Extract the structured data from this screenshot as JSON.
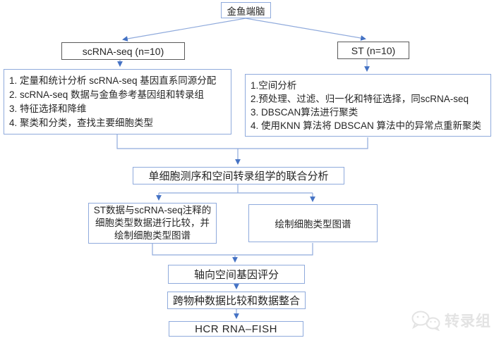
{
  "flowchart": {
    "nodes": {
      "root": {
        "label": "金鱼端脑"
      },
      "scrna": {
        "label": "scRNA-seq (n=10)"
      },
      "st": {
        "label": "ST (n=10)"
      },
      "scrna_steps": {
        "lines": [
          "1. 定量和统计分析 scRNA-seq 基因直系同源分配",
          "2. scRNA-seq 数据与金鱼参考基因组和转录组",
          "3. 特征选择和降维",
          "4. 聚类和分类，查找主要细胞类型"
        ]
      },
      "st_steps": {
        "lines": [
          "1.空间分析",
          "2.预处理、过滤、归一化和特征选择，同scRNA-seq",
          "3. DBSCAN算法进行聚类",
          "4. 使用KNN 算法将 DBSCAN 算法中的异常点重新聚类"
        ]
      },
      "joint": {
        "label": "单细胞测序和空间转录组学的联合分析"
      },
      "compare": {
        "lines": [
          "ST数据与scRNA-seq注释的",
          "细胞类型数据进行比较，并",
          "绘制细胞类型图谱"
        ]
      },
      "atlas": {
        "label": "绘制细胞类型图谱"
      },
      "axial": {
        "label": "轴向空间基因评分"
      },
      "cross_species": {
        "label": "跨物种数据比较和数据整合"
      },
      "hcr": {
        "label": "HCR RNA–FISH"
      }
    },
    "colors": {
      "box_border_blue": "#8faadc",
      "box_border_dark": "#595959",
      "connector": "#8faadc",
      "arrowhead": "#4472c4",
      "text": "#262626"
    }
  },
  "watermark": {
    "icon": "wechat-icon",
    "text": "转录组"
  }
}
